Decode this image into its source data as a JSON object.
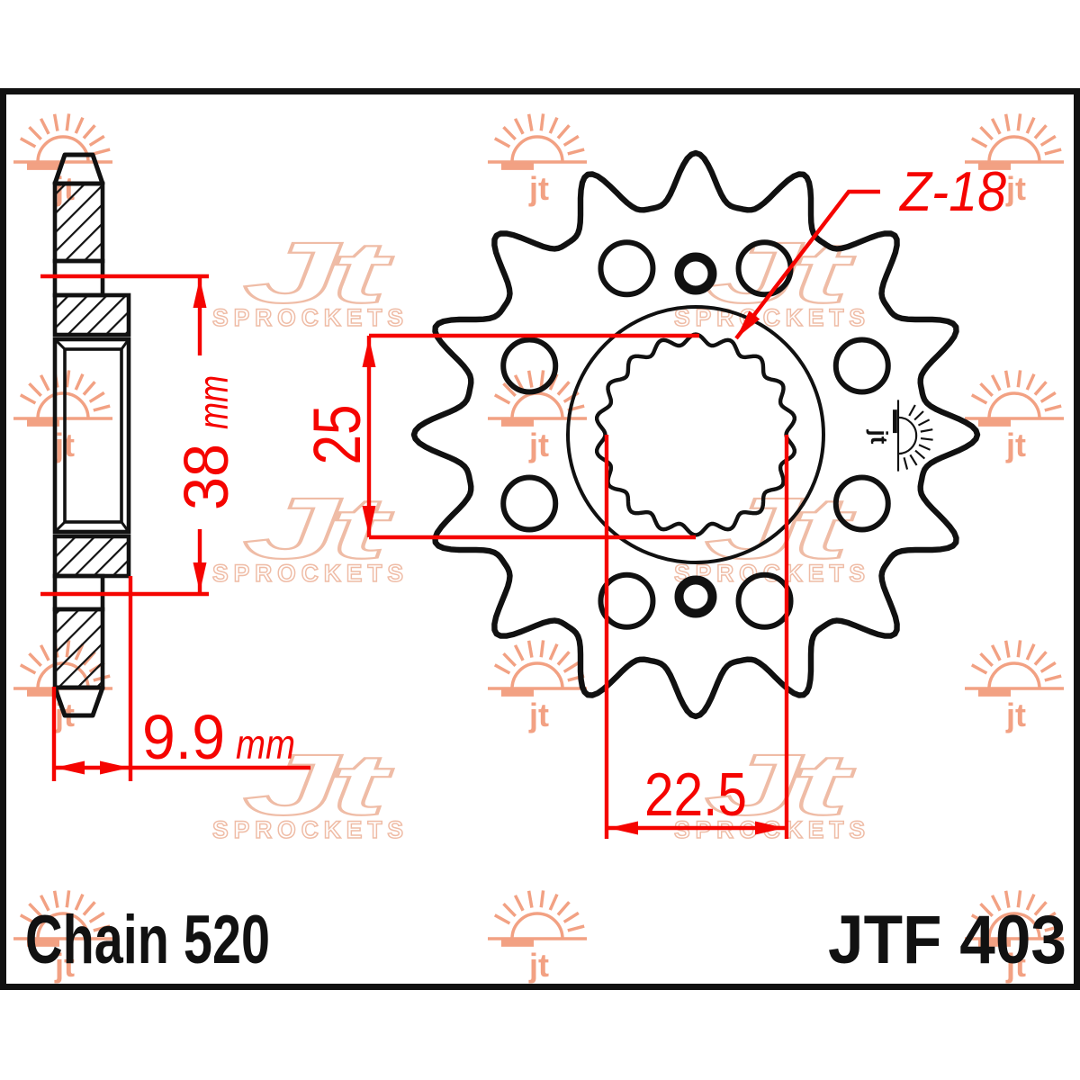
{
  "dims": {
    "teeth_label": "Z-18",
    "bore_diameter": "25",
    "overall_height": "38",
    "overall_height_unit": "mm",
    "hub_width": "9.9",
    "hub_width_unit": "mm",
    "spline_width": "22.5"
  },
  "footer": {
    "chain_label": "Chain 520",
    "part_number": "JTF 403"
  },
  "watermark": {
    "logo_text": "Jt",
    "logo_subtext": "SPROCKETS",
    "sun_mark_text": "jt"
  },
  "colors": {
    "dimension_red": "#f50400",
    "line_black": "#111111",
    "watermark_sun": "#f2a183",
    "watermark_logo": "#efbca6"
  }
}
